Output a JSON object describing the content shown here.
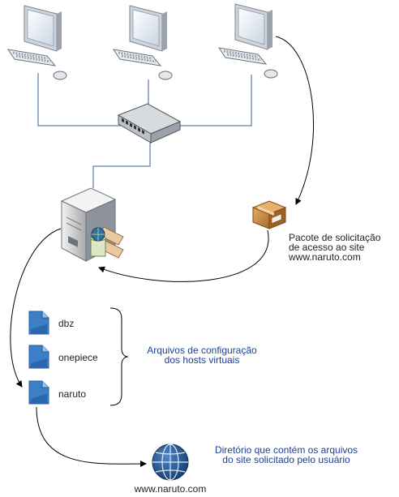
{
  "packet_label": {
    "line1": "Pacote de solicitação",
    "line2": "de acesso ao site",
    "line3": "www.naruto.com"
  },
  "files": [
    {
      "name": "dbz"
    },
    {
      "name": "onepiece"
    },
    {
      "name": "naruto"
    }
  ],
  "config_label": {
    "line1": "Arquivos de configuração",
    "line2": "dos hosts virtuais"
  },
  "directory_label": {
    "line1": "Diretório que contém os arquivos",
    "line2": "do site solicitado pelo usuário"
  },
  "site_label": "www.naruto.com",
  "colors": {
    "link_line": "#3a5f8a",
    "arrow": "#000000",
    "label_blue": "#1c3f94",
    "label_dark": "#222222",
    "file_icon": "#3d7ec9",
    "globe": "#1f4e8c",
    "box": "#c98c3f"
  },
  "icons": [
    "workstation-icon",
    "network-switch-icon",
    "web-server-icon",
    "package-icon",
    "document-icon",
    "globe-icon"
  ]
}
